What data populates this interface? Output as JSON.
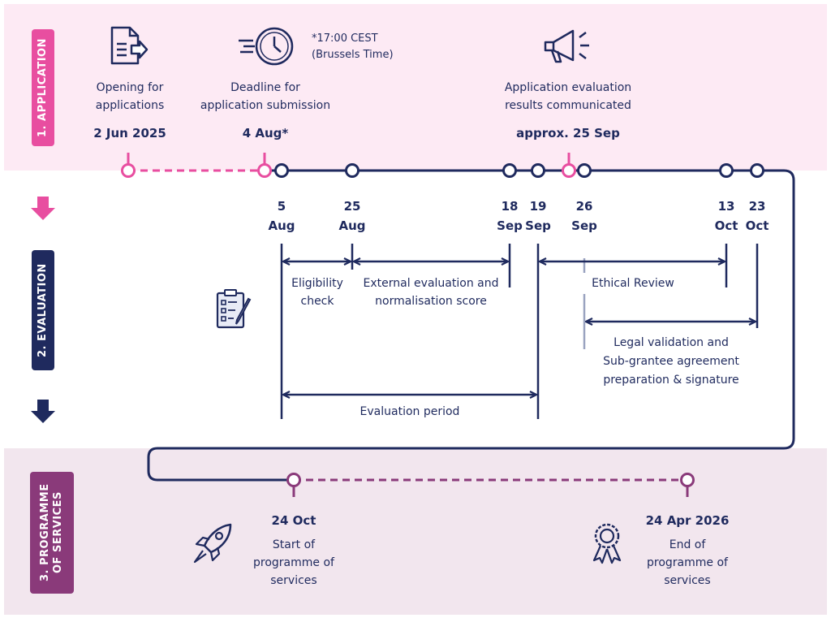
{
  "phases": {
    "application": "1. APPLICATION",
    "evaluation": "2. EVALUATION",
    "programme_line1": "3. PROGRAMME",
    "programme_line2": "OF SERVICES"
  },
  "application": {
    "opening_line1": "Opening for",
    "opening_line2": "applications",
    "opening_date": "2 Jun 2025",
    "deadline_line1": "Deadline for",
    "deadline_line2": "application submission",
    "deadline_date": "4 Aug*",
    "deadline_note_line1": "*17:00 CEST",
    "deadline_note_line2": "(Brussels Time)",
    "results_line1": "Application evaluation",
    "results_line2": "results communicated",
    "results_date": "approx. 25 Sep"
  },
  "timeline_dates": [
    {
      "day": "5",
      "month": "Aug"
    },
    {
      "day": "25",
      "month": "Aug"
    },
    {
      "day": "18",
      "month": "Sep"
    },
    {
      "day": "19",
      "month": "Sep"
    },
    {
      "day": "26",
      "month": "Sep"
    },
    {
      "day": "13",
      "month": "Oct"
    },
    {
      "day": "23",
      "month": "Oct"
    }
  ],
  "evaluation": {
    "eligibility_line1": "Eligibility",
    "eligibility_line2": "check",
    "external_line1": "External evaluation and",
    "external_line2": "normalisation score",
    "ethical": "Ethical Review",
    "legal_line1": "Legal validation and",
    "legal_line2": "Sub-grantee agreement",
    "legal_line3": "preparation & signature",
    "period": "Evaluation period"
  },
  "programme": {
    "start_date": "24 Oct",
    "start_line1": "Start of",
    "start_line2": "programme of",
    "start_line3": "services",
    "end_date": "24 Apr 2026",
    "end_line1": "End of",
    "end_line2": "programme of",
    "end_line3": "services"
  },
  "colors": {
    "navy": "#1f2a5e",
    "pink": "#e84ea0",
    "purple": "#8a3a7a",
    "application_bg": "#fdeaf4",
    "programme_bg": "#f2e6ee"
  },
  "icons": [
    "document-arrow-icon",
    "fast-clock-icon",
    "megaphone-icon",
    "checklist-icon",
    "rocket-icon",
    "award-ribbon-icon",
    "pink-down-arrow-icon",
    "navy-down-arrow-icon"
  ]
}
